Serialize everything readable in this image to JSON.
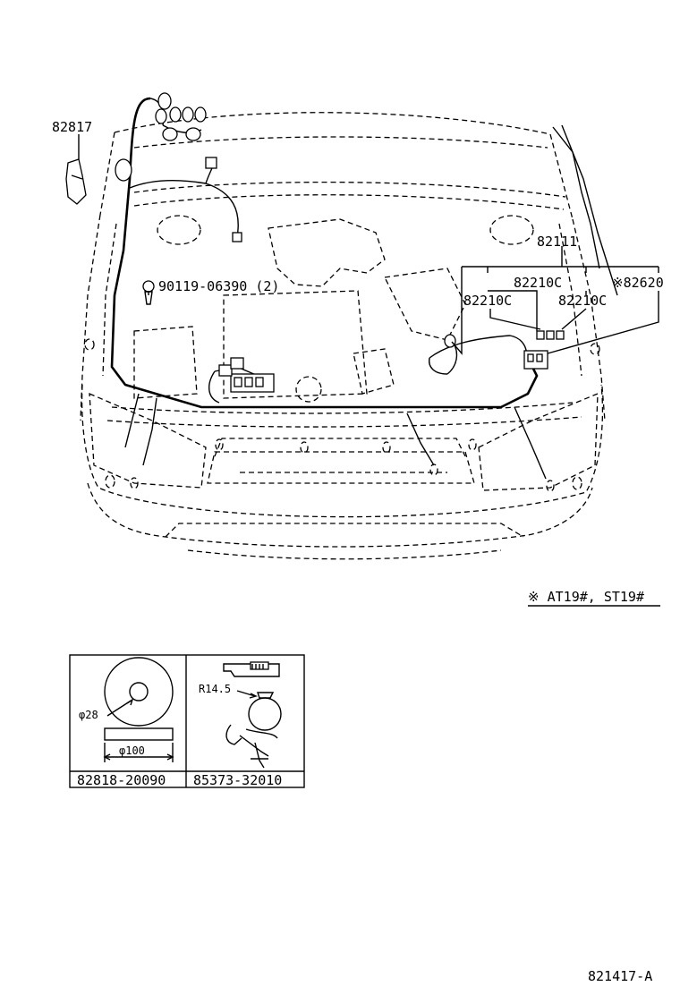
{
  "labels": {
    "p82817": "82817",
    "p82111": "82111",
    "p82210c_a": "82210C",
    "p82210c_b": "82210C",
    "p82210c_c": "82210C",
    "p82620": "※82620",
    "p90119": "90119-06390 (2)",
    "footnote": "※ AT19#, ST19#"
  },
  "detail_boxes": {
    "left": {
      "dim_outer": "φ28",
      "dim_width": "φ100",
      "part_no": "82818-20090"
    },
    "right": {
      "dim_radius": "R14.5",
      "part_no": "85373-32010"
    }
  },
  "figure_id": "821417-A"
}
